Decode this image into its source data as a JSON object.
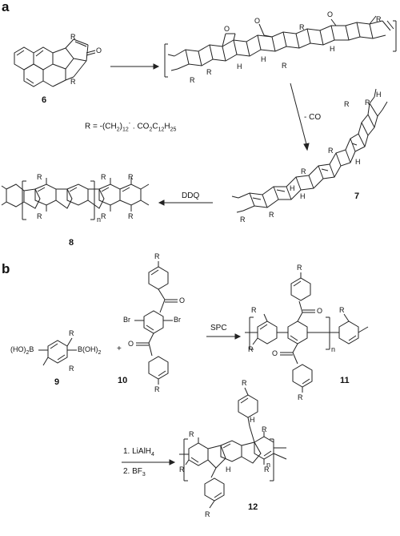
{
  "panels": {
    "a": "a",
    "b": "b"
  },
  "compounds": {
    "c6": "6",
    "c7": "7",
    "c8": "8",
    "c9": "9",
    "c10": "10",
    "c11": "11",
    "c12": "12"
  },
  "conditions": {
    "minus_co": "- CO",
    "ddq": "DDQ",
    "spc": "SPC",
    "step1": "1. LiAlH",
    "step1_sub": "4",
    "step2": "2. BF",
    "step2_sub": "3"
  },
  "substituent": {
    "prefix": "R = -(CH",
    "sub1": "2",
    "mid": ")",
    "sub2": "12",
    "sup": "-",
    "dot": " . CO",
    "sub3": "2",
    "c": "C",
    "sub4": "12",
    "h": "H",
    "sub5": "25"
  },
  "reagents": {
    "boronic_left": "(HO)",
    "boronic_left_sub": "2",
    "boronic_b": "B",
    "boronic_right": "B(OH)",
    "boronic_right_sub": "2",
    "plus": "+",
    "br": "Br",
    "o": "O",
    "h": "H",
    "n": "n",
    "r": "R"
  }
}
